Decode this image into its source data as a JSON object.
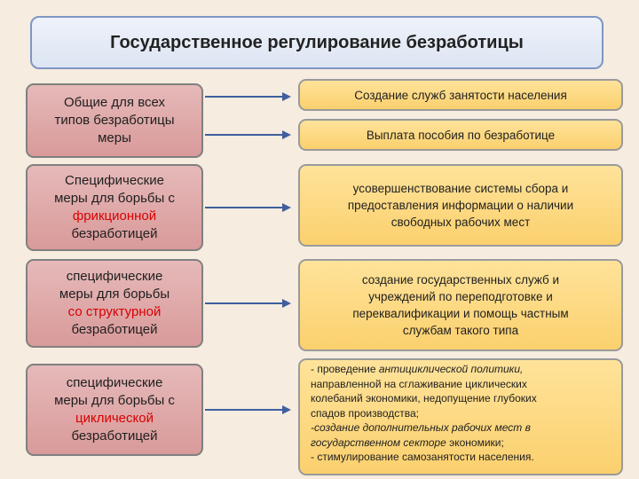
{
  "title": "Государственное регулирование безработицы",
  "left": [
    {
      "lines": [
        "Общие для всех",
        "типов безработицы",
        "меры"
      ],
      "highlight": ""
    },
    {
      "lines": [
        "Специфические",
        "меры для борьбы с"
      ],
      "highlight": "фрикционной",
      "after": "безработицей"
    },
    {
      "lines": [
        "специфические",
        "меры для борьбы"
      ],
      "highlight": "со структурной",
      "after": "безработицей"
    },
    {
      "lines": [
        "специфические",
        "меры для борьбы с"
      ],
      "highlight": "циклической",
      "after": "безработицей"
    }
  ],
  "right": {
    "general_1": "Создание служб занятости населения",
    "general_2": "Выплата пособия по безработице",
    "frictional": [
      "усовершенствование системы сбора и",
      "предоставления информации о наличии",
      "свободных рабочих мест"
    ],
    "structural": [
      "создание государственных служб и",
      "учреждений по переподготовке и",
      "переквалификации и помощь частным",
      "службам такого типа"
    ],
    "cyclical": {
      "l1a": "- проведение ",
      "l1b": "антициклической политики,",
      "l2": "направленной на сглаживание циклических",
      "l3": "колебаний экономики, недопущение глубоких",
      "l4": "спадов производства;",
      "l5": "-создание дополнительных рабочих мест в",
      "l6a": "государственном секторе",
      "l6b": " экономики;",
      "l7": "- стимулирование самозанятости населения."
    }
  },
  "colors": {
    "arrow": "#3f5f9f",
    "left_box": "#d99a9a",
    "right_box": "#fbd06e",
    "title_border": "#7f96c4",
    "highlight": "#d90000"
  }
}
